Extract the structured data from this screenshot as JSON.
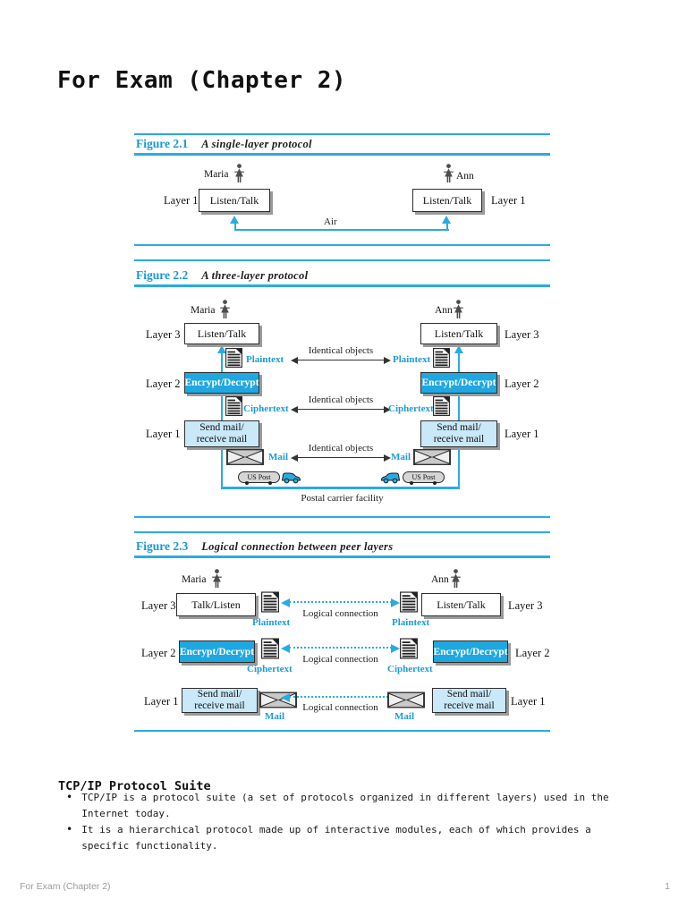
{
  "document": {
    "title": "For Exam (Chapter 2)",
    "footer": {
      "left": "For Exam (Chapter 2)",
      "page": "1"
    }
  },
  "figures": {
    "fig1": {
      "label": "Figure 2.1",
      "caption": "A single-layer protocol",
      "person_left": "Maria",
      "person_right": "Ann",
      "layer_left": "Layer 1",
      "layer_right": "Layer 1",
      "box_left": "Listen/Talk",
      "box_right": "Listen/Talk",
      "air": "Air"
    },
    "fig2": {
      "label": "Figure 2.2",
      "caption": "A three-layer protocol",
      "person_left": "Maria",
      "person_right": "Ann",
      "layer3": "Layer 3",
      "layer2": "Layer 2",
      "layer1": "Layer 1",
      "listen_talk": "Listen/Talk",
      "encrypt_decrypt": "Encrypt/Decrypt",
      "send_mail_line1": "Send mail/",
      "send_mail_line2": "receive mail",
      "plaintext": "Plaintext",
      "ciphertext": "Ciphertext",
      "mail": "Mail",
      "identical_objects": "Identical objects",
      "us_post": "US Post",
      "postal_facility": "Postal carrier facility"
    },
    "fig3": {
      "label": "Figure 2.3",
      "caption": "Logical connection between peer layers",
      "person_left": "Maria",
      "person_right": "Ann",
      "layer3": "Layer 3",
      "layer2": "Layer 2",
      "layer1": "Layer 1",
      "talk_listen": "Talk/Listen",
      "listen_talk": "Listen/Talk",
      "encrypt_decrypt": "Encrypt/Decrypt",
      "send_mail_line1": "Send mail/",
      "send_mail_line2": "receive mail",
      "plaintext": "Plaintext",
      "ciphertext": "Ciphertext",
      "mail": "Mail",
      "logical_connection": "Logical connection"
    }
  },
  "tcp": {
    "heading": "TCP/IP Protocol Suite",
    "bullet_char": "•",
    "bullets": [
      "TCP/IP is a protocol suite (a set of protocols organized in different layers) used in the Internet today.",
      "It is a hierarchical protocol made up of interactive modules, each of which provides a specific functionality."
    ]
  },
  "icons": {
    "person": "woman-silhouette",
    "document": "striped-document",
    "envelope": "mail-envelope",
    "truck": "postal-truck"
  },
  "colors": {
    "accent_blue": "#29abe2",
    "figure_label_blue": "#1798d3",
    "light_blue_fill": "#c9e8f8",
    "encrypt_box_blue": "#1fa7e0",
    "footer_gray": "#9b9b9b"
  }
}
